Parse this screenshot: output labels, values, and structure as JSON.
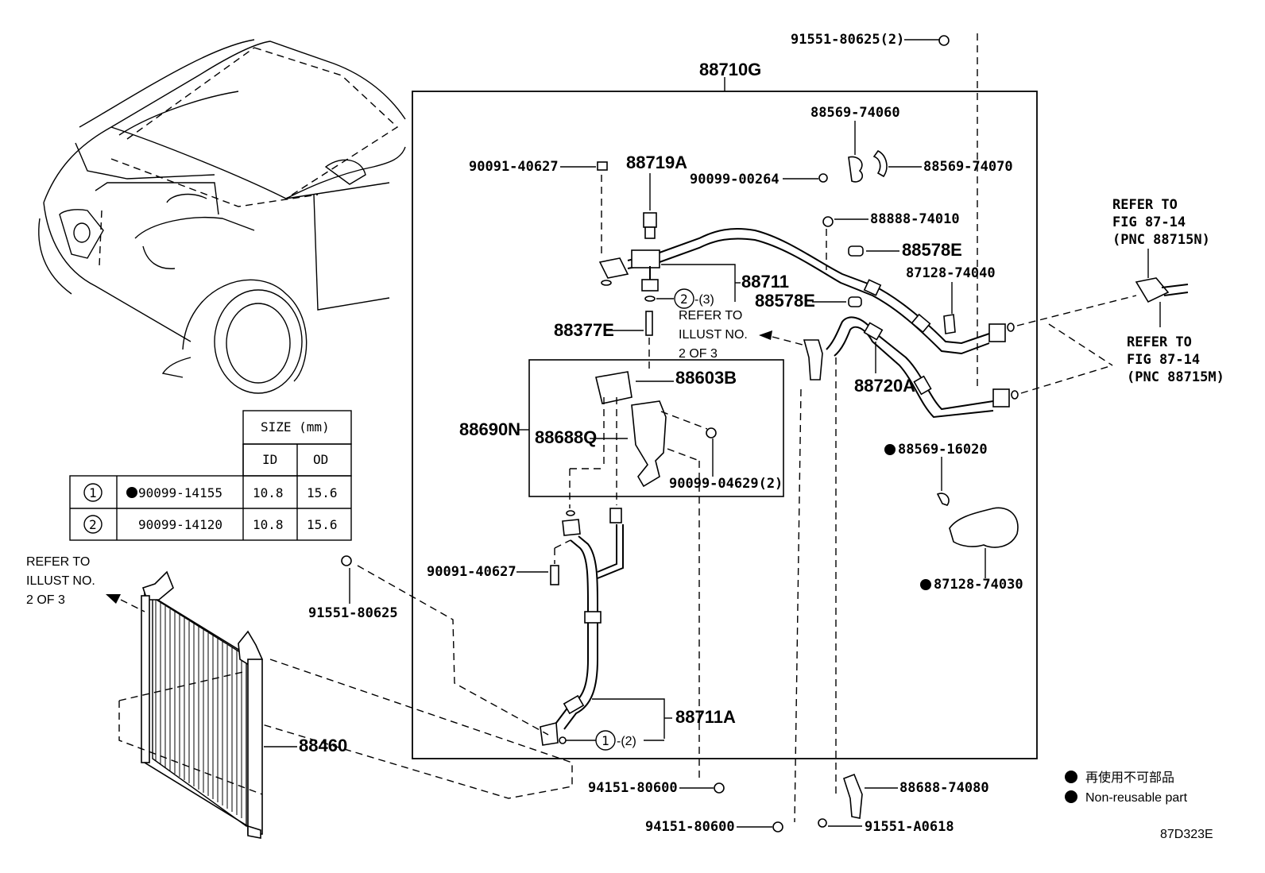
{
  "diagram": {
    "main_group_label": "88710G",
    "labels": {
      "p91551_80625_2": "91551-80625(2)",
      "p88569_74060": "88569-74060",
      "p90091_40627_top": "90091-40627",
      "p88719A": "88719A",
      "p90099_00264": "90099-00264",
      "p88569_74070": "88569-74070",
      "p88888_74010": "88888-74010",
      "p88578E_a": "88578E",
      "p87128_74040": "87128-74040",
      "p88711": "88711",
      "p88578E_b": "88578E",
      "circle2_qty": "-(3)",
      "p88377E": "88377E",
      "p88720A": "88720A",
      "p88603B": "88603B",
      "p88690N": "88690N",
      "p88688Q": "88688Q",
      "p90099_04629_2": "90099-04629(2)",
      "p88569_16020": "88569-16020",
      "p87128_74030": "87128-74030",
      "p90091_40627_bottom": "90091-40627",
      "p91551_80625": "91551-80625",
      "p88711A": "88711A",
      "circle1_qty": "-(2)",
      "p88460": "88460",
      "p94151_80600_a": "94151-80600",
      "p88688_74080": "88688-74080",
      "p94151_80600_b": "94151-80600",
      "p91551_A0618": "91551-A0618",
      "circle_1": "1",
      "circle_2": "2"
    },
    "refer_notes": {
      "illust_center": [
        "REFER TO",
        "ILLUST NO.",
        "2 OF 3"
      ],
      "illust_left": [
        "REFER TO",
        "ILLUST NO.",
        "2 OF 3"
      ],
      "fig_top": [
        "REFER TO",
        "FIG 87-14",
        "(PNC 88715N)"
      ],
      "fig_bottom": [
        "REFER TO",
        "FIG 87-14",
        "(PNC 88715M)"
      ]
    },
    "legend": {
      "jp": "再使用不可部品",
      "en": "Non-reusable part"
    },
    "figure_code": "87D323E"
  },
  "size_table": {
    "header": "SIZE (mm)",
    "columns": [
      "ID",
      "OD"
    ],
    "rows": [
      {
        "no": "1",
        "part": "90099-14155",
        "id": "10.8",
        "od": "15.6",
        "non_reusable": true
      },
      {
        "no": "2",
        "part": "90099-14120",
        "id": "10.8",
        "od": "15.6",
        "non_reusable": false
      }
    ]
  },
  "colors": {
    "ink": "#000000",
    "paper": "#ffffff"
  }
}
